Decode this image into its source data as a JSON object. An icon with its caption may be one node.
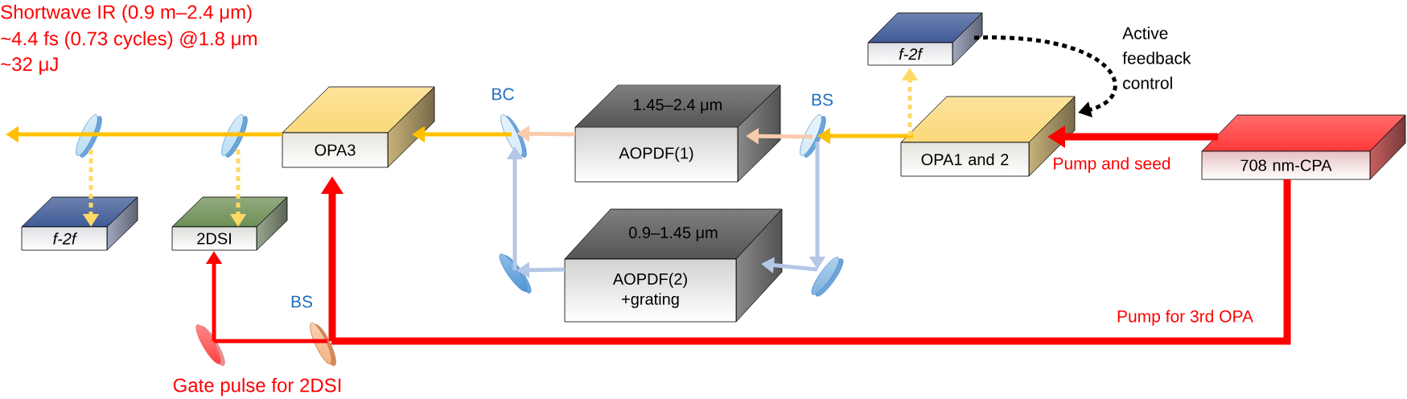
{
  "diagram": {
    "nodes": [
      {
        "text": [
          "f-2f"
        ]
      },
      {
        "text": [
          "OPA3"
        ]
      },
      {
        "text": [
          "1.45–2.4 μm",
          "AOPDF(1)"
        ]
      },
      {
        "text": [
          "OPA1 and 2"
        ]
      },
      {
        "text": [
          "708 nm-CPA"
        ]
      },
      {
        "text": [
          "f-2f"
        ]
      },
      {
        "text": [
          "2DSI"
        ]
      },
      {
        "text": [
          "0.9–1.45 μm",
          "AOPDF(2) +grating"
        ]
      },
      {
        "text": [],
        "shape": "mirror"
      },
      {
        "text": [],
        "shape": "mirror"
      },
      {
        "text": [],
        "shape": "mirror",
        "beside": [
          "BC"
        ]
      },
      {
        "text": [],
        "shape": "mirror",
        "beside": [
          "BS"
        ]
      },
      {
        "text": [],
        "shape": "mirror"
      },
      {
        "text": [],
        "shape": "mirror"
      },
      {
        "text": [],
        "shape": "mirror"
      },
      {
        "text": [],
        "shape": "mirror",
        "beside": [
          "BS"
        ]
      }
    ],
    "edges": [
      {
        "from": 4,
        "to": 3,
        "arrow": "to",
        "style": "thick",
        "color": "#ff0000",
        "label": "Pump and seed"
      },
      {
        "from": 3,
        "to": 11,
        "arrow": "to",
        "color": "#ffc000"
      },
      {
        "from": 3,
        "to": 0,
        "arrow": "to",
        "style": "dashed",
        "color": "#ffd966"
      },
      {
        "from": 0,
        "to": 3,
        "arrow": "to",
        "style": "dashed",
        "color": "#000000",
        "label": "Active feedback control"
      },
      {
        "from": 11,
        "to": 2,
        "arrow": "to",
        "color": "#f8cbad"
      },
      {
        "from": 2,
        "to": 10,
        "arrow": "to",
        "color": "#f8cbad"
      },
      {
        "from": 11,
        "to": 13,
        "arrow": "to",
        "color": "#b4c7e7"
      },
      {
        "from": 13,
        "to": 7,
        "arrow": "to",
        "color": "#b4c7e7"
      },
      {
        "from": 7,
        "to": 12,
        "arrow": "to",
        "color": "#b4c7e7"
      },
      {
        "from": 12,
        "to": 10,
        "arrow": "to",
        "color": "#b4c7e7"
      },
      {
        "from": 10,
        "to": 1,
        "arrow": "to",
        "color": "#ffc000"
      },
      {
        "from": 1,
        "to": 9,
        "arrow": "none",
        "color": "#ffc000"
      },
      {
        "from": 9,
        "to": 8,
        "arrow": "none",
        "color": "#ffc000"
      },
      {
        "from": 8,
        "to": null,
        "arrow": "to",
        "color": "#ffc000"
      },
      {
        "from": 8,
        "to": 5,
        "arrow": "to",
        "style": "dashed",
        "color": "#ffd966"
      },
      {
        "from": 9,
        "to": 6,
        "arrow": "to",
        "style": "dashed",
        "color": "#ffd966"
      },
      {
        "from": 4,
        "to": 15,
        "arrow": "none",
        "style": "thick",
        "color": "#ff0000",
        "label": "Pump for 3rd OPA"
      },
      {
        "from": 15,
        "to": 1,
        "arrow": "to",
        "style": "thick",
        "color": "#ff0000"
      },
      {
        "from": 15,
        "to": 14,
        "arrow": "none",
        "color": "#ff0000"
      },
      {
        "from": 14,
        "to": 6,
        "arrow": "to",
        "color": "#ff0000"
      }
    ],
    "labels": [
      "Shortwave IR (0.9 m–2.4 μm)",
      "~4.4 fs (0.73 cycles) @1.8 μm",
      "~32 μJ",
      "Gate pulse for 2DSI"
    ]
  }
}
